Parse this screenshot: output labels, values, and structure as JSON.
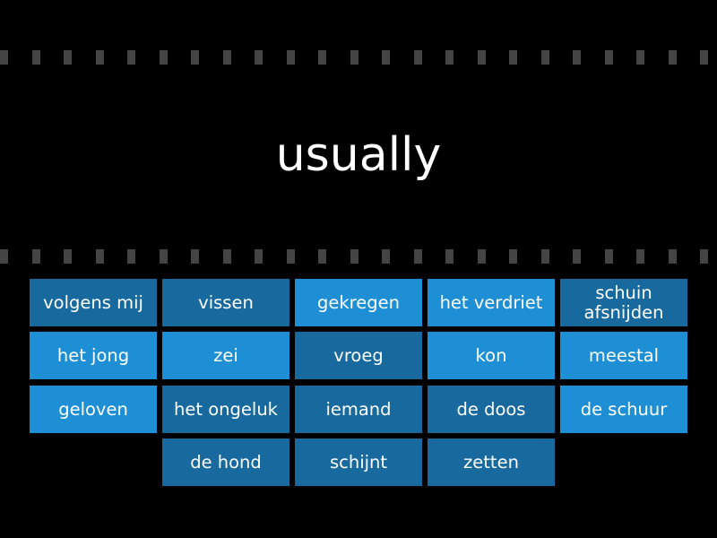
{
  "prompt": "usually",
  "colors": {
    "background": "#000000",
    "dash": "#444444",
    "tile_light": "#1e8fd4",
    "tile_dark": "#186a9e",
    "text": "#ffffff"
  },
  "answers": [
    {
      "label": "volgens mij",
      "shade": "dark"
    },
    {
      "label": "vissen",
      "shade": "dark"
    },
    {
      "label": "gekregen",
      "shade": "light"
    },
    {
      "label": "het verdriet",
      "shade": "light"
    },
    {
      "label": "schuin afsnijden",
      "shade": "dark"
    },
    {
      "label": "het jong",
      "shade": "light"
    },
    {
      "label": "zei",
      "shade": "light"
    },
    {
      "label": "vroeg",
      "shade": "dark"
    },
    {
      "label": "kon",
      "shade": "light"
    },
    {
      "label": "meestal",
      "shade": "light"
    },
    {
      "label": "geloven",
      "shade": "light"
    },
    {
      "label": "het ongeluk",
      "shade": "dark"
    },
    {
      "label": "iemand",
      "shade": "dark"
    },
    {
      "label": "de doos",
      "shade": "dark"
    },
    {
      "label": "de schuur",
      "shade": "light"
    },
    {
      "label": "de hond",
      "shade": "dark"
    },
    {
      "label": "schijnt",
      "shade": "dark"
    },
    {
      "label": "zetten",
      "shade": "dark"
    }
  ]
}
